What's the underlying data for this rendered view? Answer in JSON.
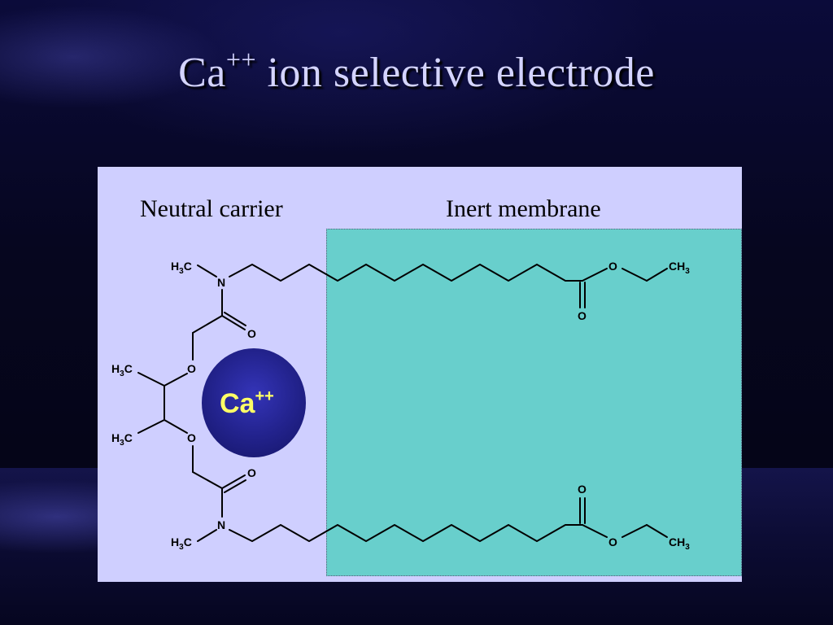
{
  "title": {
    "main": "Ca",
    "superscript": "++",
    "rest": " ion selective electrode"
  },
  "labels": {
    "carrier": "Neutral carrier",
    "membrane": "Inert membrane"
  },
  "ion": {
    "symbol": "Ca",
    "charge": "++"
  },
  "atoms": {
    "h3c": "H3C",
    "ch3": "CH3",
    "n": "N",
    "o": "O"
  },
  "colors": {
    "panel": "#cfcfff",
    "membrane": "#68cfcc",
    "title": "#d4d4ff",
    "ion_text": "#ffff66",
    "ion_fill": "#23238e"
  }
}
